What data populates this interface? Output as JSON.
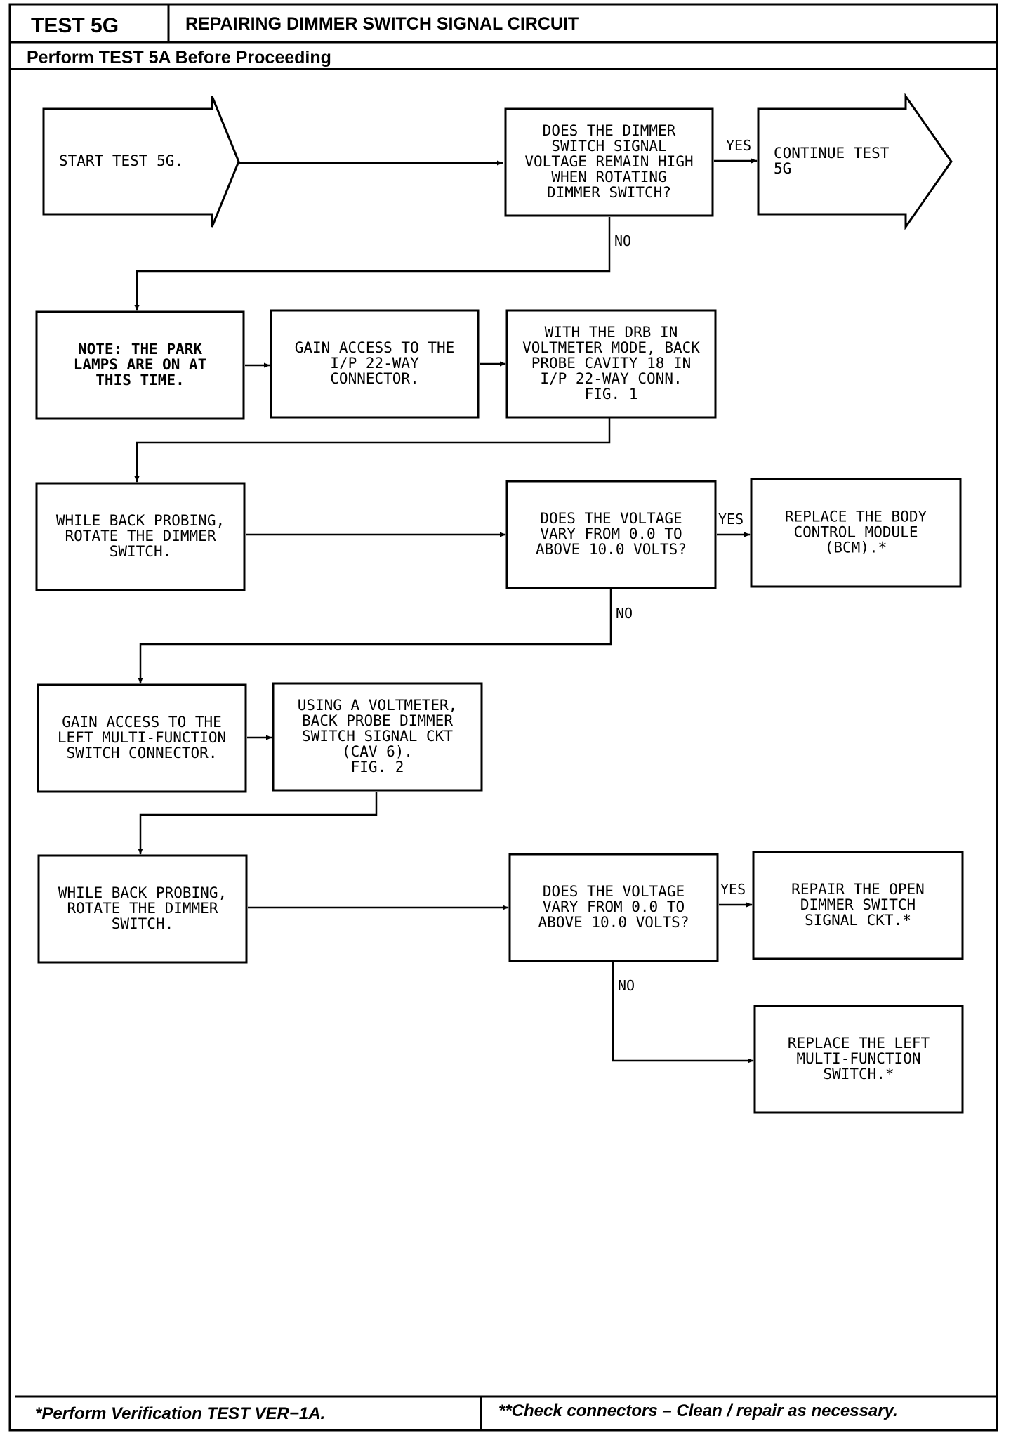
{
  "header": {
    "test_id": "TEST 5G",
    "title": "REPAIRING DIMMER SWITCH SIGNAL CIRCUIT",
    "prerequisite": "Perform TEST 5A Before Proceeding"
  },
  "footer": {
    "left": "*Perform Verification TEST VER−1A.",
    "right": "**Check connectors  –  Clean / repair as necessary."
  },
  "nodes": [
    {
      "id": "start",
      "shape": "arrow",
      "lines": [
        "START TEST 5G."
      ]
    },
    {
      "id": "q1",
      "shape": "box",
      "lines": [
        "DOES THE DIMMER",
        "SWITCH SIGNAL",
        "VOLTAGE REMAIN HIGH",
        "WHEN ROTATING",
        "DIMMER SWITCH?"
      ]
    },
    {
      "id": "cont",
      "shape": "arrow",
      "lines": [
        "CONTINUE TEST",
        "5G"
      ]
    },
    {
      "id": "note",
      "shape": "box",
      "bold": true,
      "lines": [
        "NOTE: THE PARK",
        "LAMPS ARE ON AT",
        "THIS TIME."
      ]
    },
    {
      "id": "access22",
      "shape": "box",
      "lines": [
        "GAIN ACCESS TO THE",
        "I/P 22-WAY",
        "CONNECTOR."
      ]
    },
    {
      "id": "drb",
      "shape": "box",
      "lines": [
        "WITH THE DRB IN",
        "VOLTMETER MODE, BACK",
        "PROBE CAVITY 18 IN",
        "I/P 22-WAY CONN.",
        "FIG. 1"
      ]
    },
    {
      "id": "rotate1",
      "shape": "box",
      "lines": [
        "WHILE BACK PROBING,",
        "ROTATE THE DIMMER",
        "SWITCH."
      ]
    },
    {
      "id": "q2",
      "shape": "box",
      "lines": [
        "DOES THE VOLTAGE",
        "VARY FROM 0.0 TO",
        "ABOVE 10.0 VOLTS?"
      ]
    },
    {
      "id": "bcm",
      "shape": "box",
      "lines": [
        "REPLACE THE BODY",
        "CONTROL MODULE",
        "(BCM).*"
      ]
    },
    {
      "id": "accessmf",
      "shape": "box",
      "lines": [
        "GAIN ACCESS TO THE",
        "LEFT MULTI-FUNCTION",
        "SWITCH CONNECTOR."
      ]
    },
    {
      "id": "voltmeter",
      "shape": "box",
      "lines": [
        "USING A VOLTMETER,",
        "BACK PROBE DIMMER",
        "SWITCH SIGNAL CKT",
        "(CAV 6).",
        "FIG. 2"
      ]
    },
    {
      "id": "rotate2",
      "shape": "box",
      "lines": [
        "WHILE BACK PROBING,",
        "ROTATE THE DIMMER",
        "SWITCH."
      ]
    },
    {
      "id": "q3",
      "shape": "box",
      "lines": [
        "DOES THE VOLTAGE",
        "VARY FROM 0.0 TO",
        "ABOVE 10.0 VOLTS?"
      ]
    },
    {
      "id": "repair",
      "shape": "box",
      "lines": [
        "REPAIR THE OPEN",
        "DIMMER SWITCH",
        "SIGNAL CKT.*"
      ]
    },
    {
      "id": "replacemf",
      "shape": "box",
      "lines": [
        "REPLACE THE LEFT",
        "MULTI-FUNCTION",
        "SWITCH.*"
      ]
    }
  ],
  "edges": [
    {
      "from": "start",
      "to": "q1",
      "label": ""
    },
    {
      "from": "q1",
      "to": "cont",
      "label": "YES"
    },
    {
      "from": "q1",
      "to": "note",
      "label": "NO"
    },
    {
      "from": "note",
      "to": "access22",
      "label": ""
    },
    {
      "from": "access22",
      "to": "drb",
      "label": ""
    },
    {
      "from": "drb",
      "to": "rotate1",
      "label": ""
    },
    {
      "from": "rotate1",
      "to": "q2",
      "label": ""
    },
    {
      "from": "q2",
      "to": "bcm",
      "label": "YES"
    },
    {
      "from": "q2",
      "to": "accessmf",
      "label": "NO"
    },
    {
      "from": "accessmf",
      "to": "voltmeter",
      "label": ""
    },
    {
      "from": "voltmeter",
      "to": "rotate2",
      "label": ""
    },
    {
      "from": "rotate2",
      "to": "q3",
      "label": ""
    },
    {
      "from": "q3",
      "to": "repair",
      "label": "YES"
    },
    {
      "from": "q3",
      "to": "replacemf",
      "label": "NO"
    }
  ]
}
